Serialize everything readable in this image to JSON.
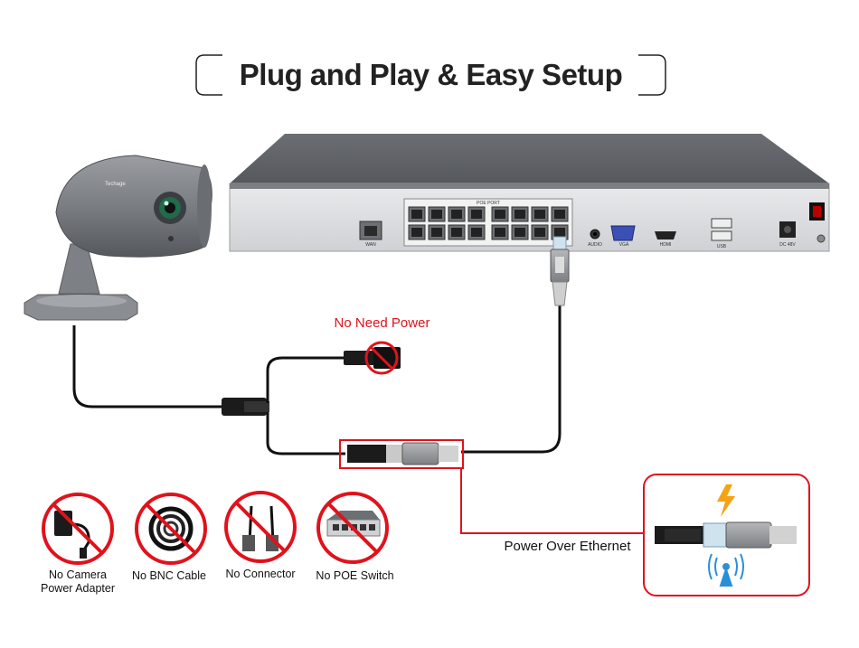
{
  "title": "Plug and Play & Easy Setup",
  "labels": {
    "no_need_power": "No Need Power",
    "power_over_ethernet": "Power Over Ethernet"
  },
  "nvr_ports": {
    "poe_port": "POE PORT",
    "wan": "WAN",
    "audio": "AUDIO",
    "vga": "VGA",
    "hdmi": "HDMI",
    "usb": "USB",
    "dc": "DC 48V"
  },
  "camera_brand": "Techage",
  "not_needed": [
    {
      "id": "camera-adapter",
      "line1": "No Camera",
      "line2": "Power Adapter"
    },
    {
      "id": "bnc-cable",
      "line1": "No BNC Cable",
      "line2": ""
    },
    {
      "id": "connector",
      "line1": "No Connector",
      "line2": ""
    },
    {
      "id": "poe-switch",
      "line1": "No POE Switch",
      "line2": ""
    }
  ],
  "colors": {
    "accent_red": "#e0121b",
    "nvr_gray": "#5a5d62",
    "cable": "#111111"
  }
}
